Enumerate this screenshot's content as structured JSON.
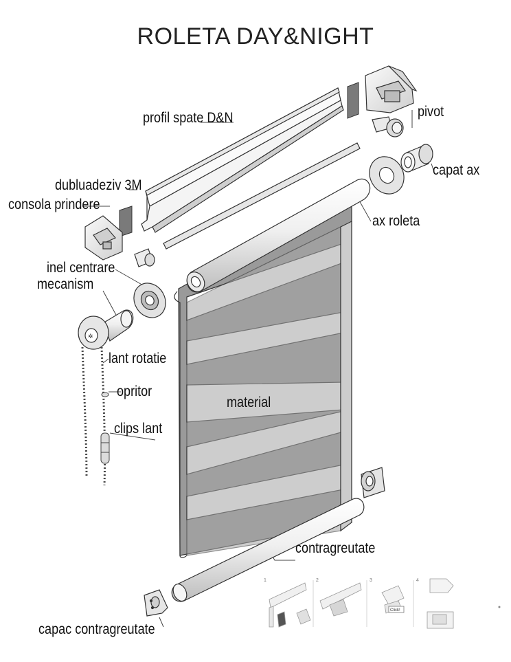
{
  "title": "ROLETA  DAY&NIGHT",
  "labels": {
    "profil_spate": "profil spate D&N",
    "pivot": "pivot",
    "capat_ax": "capat ax",
    "dubluadeziv": "dubluadeziv 3M",
    "consola_prindere": "consola prindere",
    "ax_roleta": "ax roleta",
    "inel_centrare": "inel centrare",
    "mecanism": "mecanism",
    "lant_rotatie": "lant rotatie",
    "opritor": "opritor",
    "clips_lant": "clips lant",
    "material": "material",
    "contragreutate": "contragreutate",
    "capac_contragreutate": "capac contragreutate"
  },
  "instructions": {
    "steps": [
      "1",
      "2",
      "3",
      "4"
    ],
    "click_text": "Click!"
  },
  "colors": {
    "stroke": "#333333",
    "fabric": "#a9a9a9",
    "fabric_dark": "#8f8f8f",
    "sheer": "#ffffff",
    "part_fill": "#f2f2f2",
    "adhesive": "#8a8a8a"
  }
}
